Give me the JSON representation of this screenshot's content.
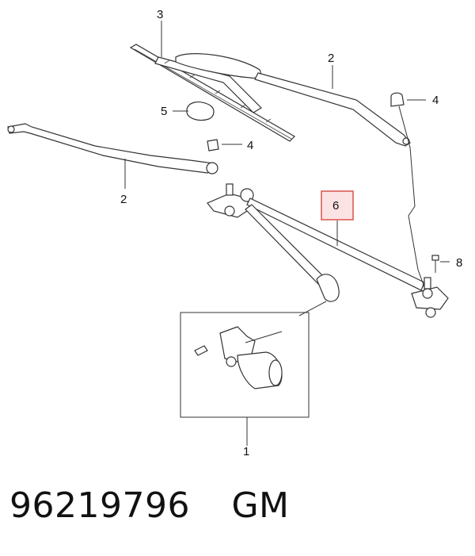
{
  "callouts": {
    "c1": "1",
    "c2_upper": "2",
    "c2_lower": "2",
    "c3": "3",
    "c4_upper": "4",
    "c4_lower": "4",
    "c5": "5",
    "c6": "6",
    "c8": "8"
  },
  "highlight_color": "#d9534f",
  "highlight_fill": "#fbe3e3",
  "footer": {
    "part_number": "96219796",
    "brand": "GM"
  }
}
